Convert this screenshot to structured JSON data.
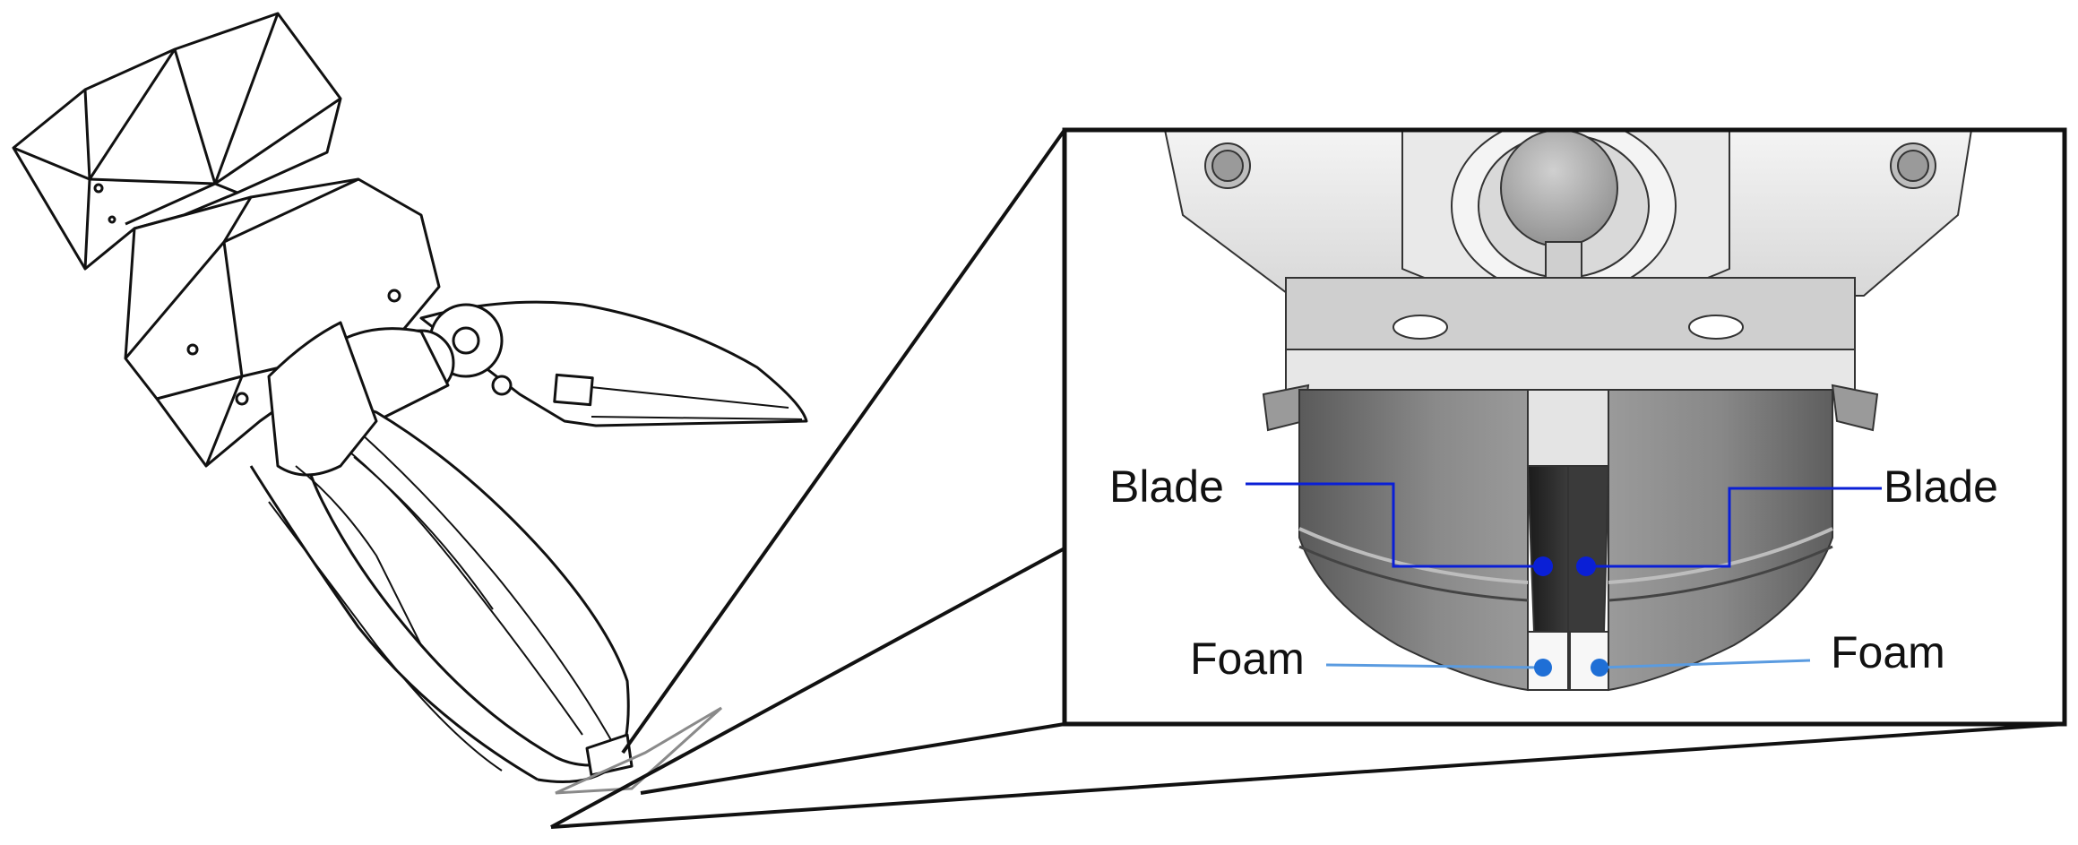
{
  "labels": {
    "blade_left": "Blade",
    "blade_right": "Blade",
    "foam_left": "Foam",
    "foam_right": "Foam"
  },
  "colors": {
    "blade_marker": "#0a1fd6",
    "foam_marker": "#1f6fd6",
    "outline": "#111111",
    "zoom_box": "#8a8a8a"
  }
}
